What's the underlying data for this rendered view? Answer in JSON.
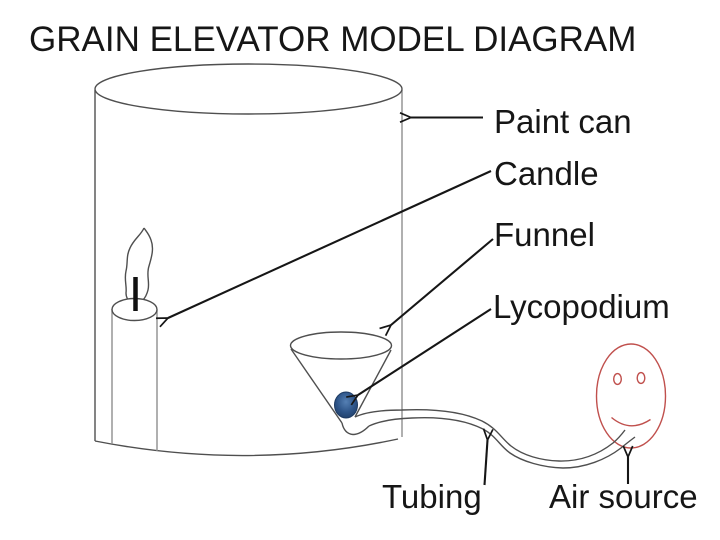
{
  "slide": {
    "title": "GRAIN ELEVATOR MODEL DIAGRAM"
  },
  "diagram": {
    "labels": {
      "paint_can": "Paint can",
      "candle": "Candle",
      "funnel": "Funnel",
      "lycopodium": "Lycopodium",
      "tubing": "Tubing",
      "air_source": "Air source"
    },
    "colors": {
      "text_ink": "#161616",
      "arrow_ink": "#161616",
      "sketch_outline": "#4f4f4f",
      "light_outline": "#8f8f8f",
      "face_red": "#c0504d",
      "powder_blue_dark": "#1d3a62",
      "powder_blue_mid": "#2d5488",
      "powder_blue_light": "#5580b4"
    }
  }
}
